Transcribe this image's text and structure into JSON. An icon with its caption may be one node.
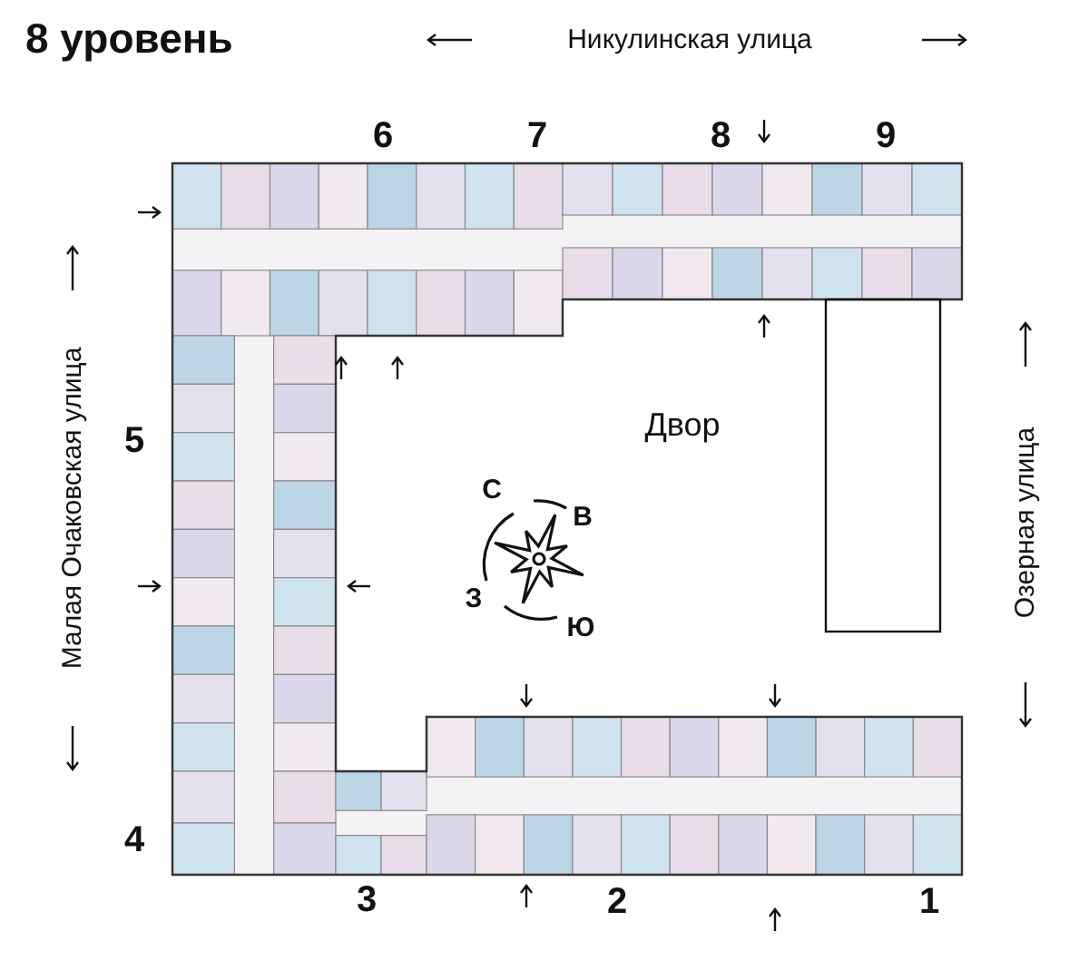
{
  "diagram": {
    "title": "8 уровень",
    "labels": [
      "Никулинская улица",
      "6",
      "7",
      "8",
      "9",
      "Двор",
      "Малая Очаковская улица",
      "5",
      "С",
      "В",
      "З",
      "Ю",
      "Озерная улица",
      "4",
      "3",
      "2",
      "1"
    ]
  }
}
